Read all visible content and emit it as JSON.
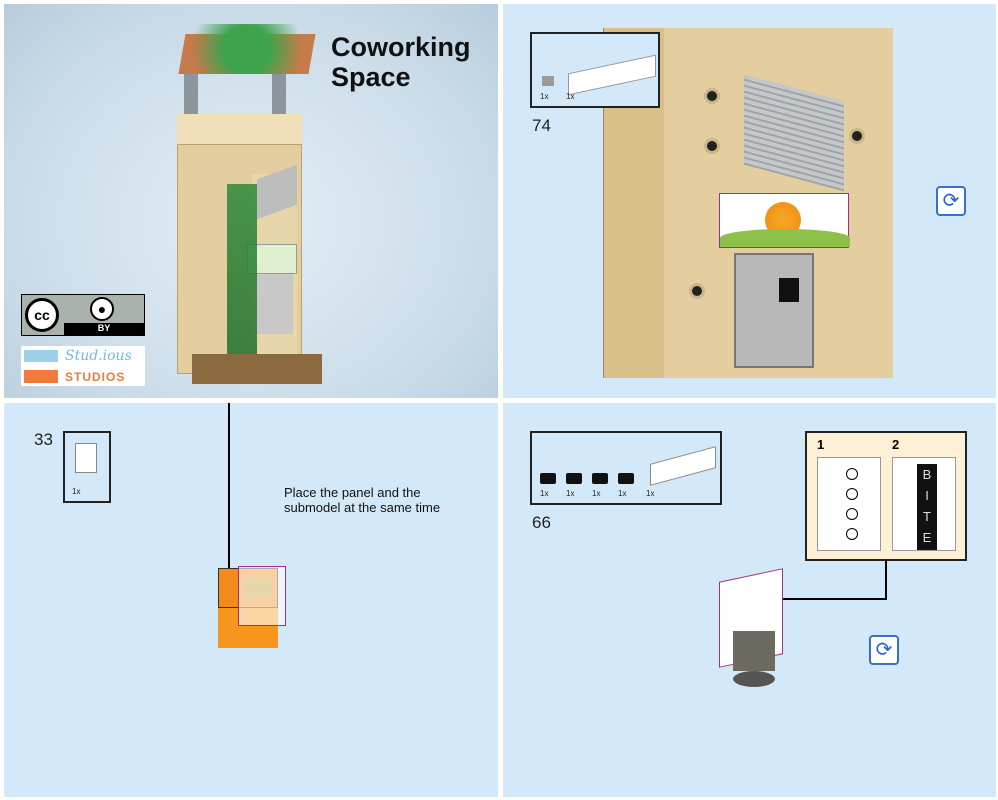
{
  "cover": {
    "title_line1": "Coworking",
    "title_line2": "Space",
    "license_cc": "cc",
    "license_by": "BY",
    "logo_script": "Stud.ious",
    "logo_studios": "STUDIOS"
  },
  "step74": {
    "number": "74",
    "parts": [
      {
        "qty": "1x"
      },
      {
        "qty": "1x"
      }
    ],
    "rotate_icon": "rotate-icon"
  },
  "step33": {
    "number": "33",
    "parts": [
      {
        "qty": "1x"
      }
    ],
    "note": "Place the panel and the submodel at the same time"
  },
  "step66": {
    "number": "66",
    "parts": [
      {
        "qty": "1x"
      },
      {
        "qty": "1x"
      },
      {
        "qty": "1x"
      },
      {
        "qty": "1x"
      },
      {
        "qty": "1x"
      }
    ],
    "substep1": "1",
    "substep2": "2",
    "tile_letters": [
      "B",
      "I",
      "T",
      "E"
    ],
    "rotate_icon": "rotate-icon"
  },
  "colors": {
    "background": "#d3e9f9",
    "tan": "#e4cd9e",
    "orange": "#f28a1e",
    "green": "#2d8a3a"
  }
}
